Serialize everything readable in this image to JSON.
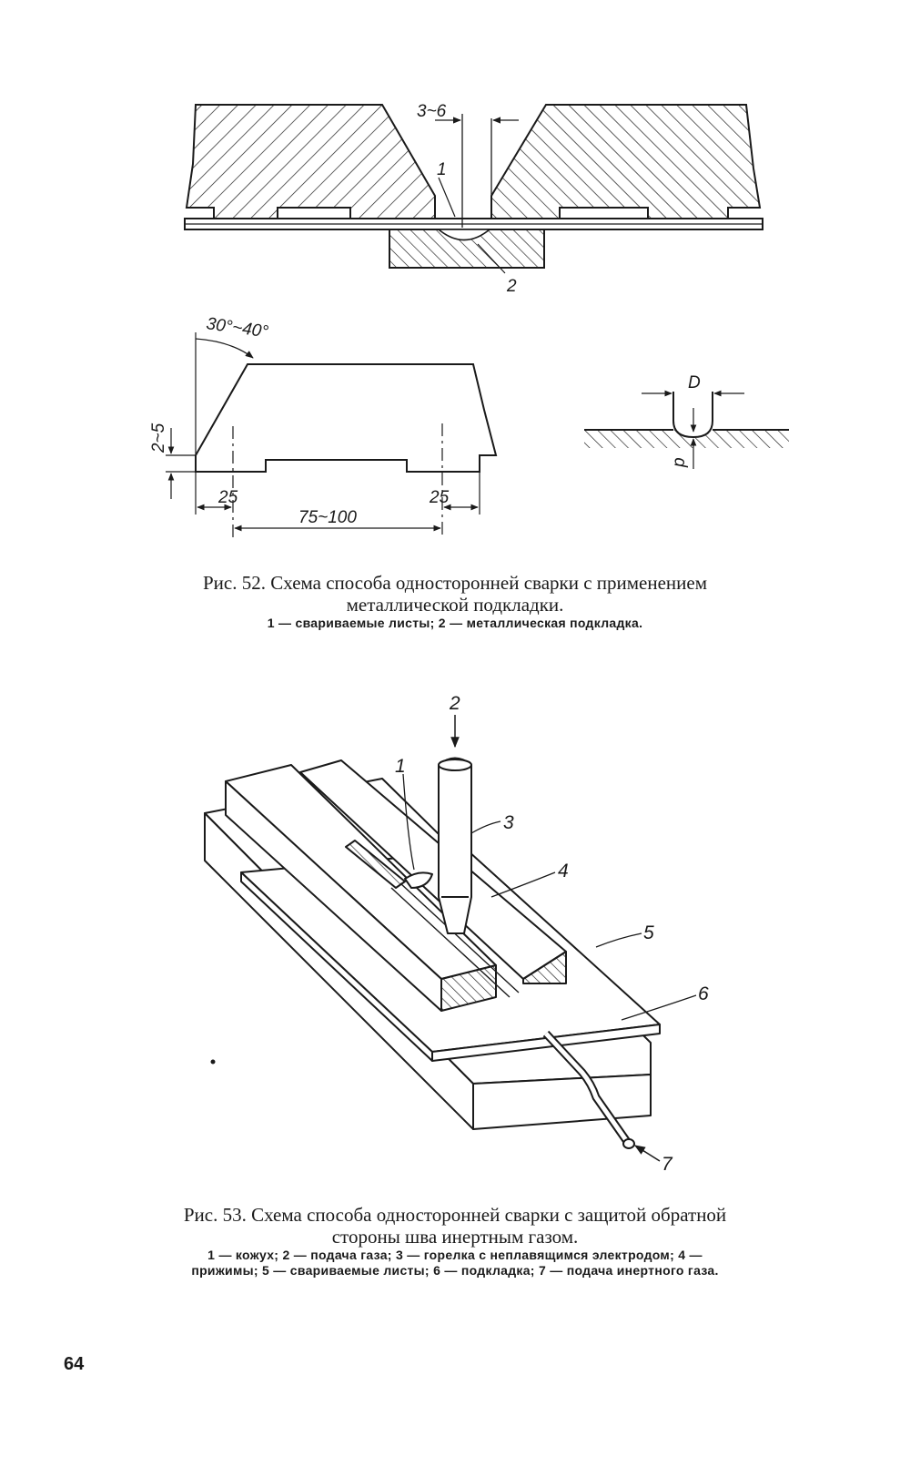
{
  "fig52": {
    "labels": {
      "gap": "3~6",
      "part1": "1",
      "part2": "2",
      "angle": "30°~40°",
      "root_face": "2~5",
      "dim_left": "25",
      "dim_right": "25",
      "dim_width": "75~100",
      "pen_D": "D",
      "pen_p": "p"
    },
    "caption": "Рис. 52. Схема способа односторонней сварки с применением металлической подкладки.",
    "legend": "1 — свариваемые листы; 2 — металлическая подкладка."
  },
  "fig53": {
    "labels": {
      "l1": "1",
      "l2": "2",
      "l3": "3",
      "l4": "4",
      "l5": "5",
      "l6": "6",
      "l7": "7"
    },
    "caption": "Рис. 53. Схема способа односторонней сварки с защитой обратной стороны шва инертным газом.",
    "legend": "1 — кожух; 2 — подача газа; 3 — горелка с неплавящимся электродом; 4 — прижимы; 5 — свариваемые листы; 6 — подкладка; 7 — подача инертного газа."
  },
  "page_number": "64"
}
